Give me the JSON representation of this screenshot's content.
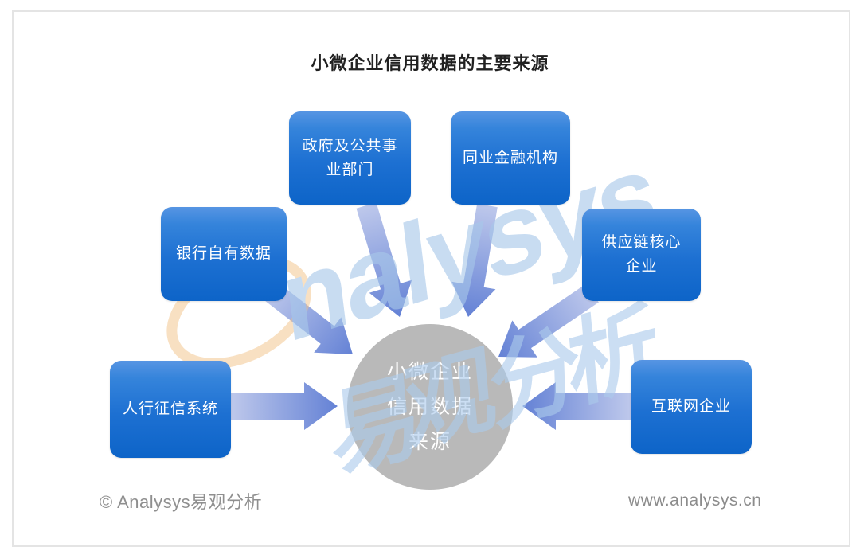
{
  "title": "小微企业信用数据的主要来源",
  "center": {
    "line1": "小微企业",
    "line2": "信用数据",
    "line3": "来源"
  },
  "sources": [
    {
      "label": "政府及公共事业部门"
    },
    {
      "label": "同业金融机构"
    },
    {
      "label": "银行自有数据"
    },
    {
      "label": "供应链核心企业"
    },
    {
      "label": "人行征信系统"
    },
    {
      "label": "互联网企业"
    }
  ],
  "watermark": {
    "brand": "nalysys",
    "char1": "易",
    "char2": "观",
    "char3": "分",
    "char4": "析"
  },
  "footer": {
    "copyright": "© Analysys易观分析",
    "website": "www.analysys.cn"
  },
  "colors": {
    "box_blue_top": "#4a8de0",
    "box_blue_bottom": "#0d64c8",
    "circle_gray": "#b9b9b9",
    "arrow_tail": "#b9c4ea",
    "arrow_tip": "#5878d2",
    "watermark_blue": "#accbec",
    "watermark_orange": "#f3c184",
    "title_text": "#212121",
    "footer_text": "#8f8f8f"
  }
}
